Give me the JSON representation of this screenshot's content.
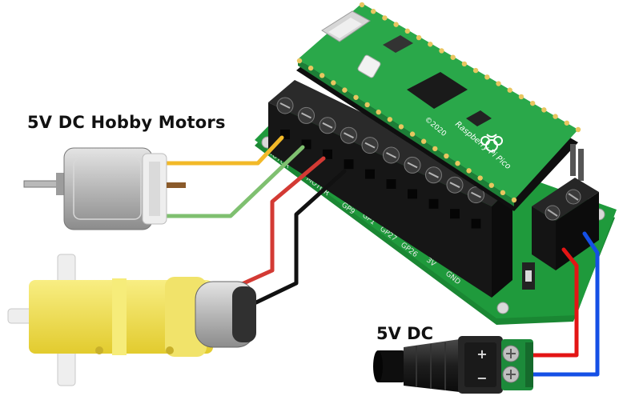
{
  "labels": {
    "hobby_motors": "5V DC Hobby Motors",
    "dc_input": "5V DC"
  },
  "silkscreen": {
    "pins": [
      "GP9",
      "GP1",
      "GP27",
      "GP26",
      "3V",
      "GND"
    ],
    "motor": [
      "MOTOR",
      "MOTOR"
    ],
    "pico": [
      "Raspberry Pi Pico",
      "©2020"
    ],
    "jack": [
      "+",
      "−"
    ]
  },
  "colors": {
    "board": "#1f9a3c",
    "pico": "#2aa84a",
    "terminal": "#161616",
    "wire_yellow": "#f2b928",
    "wire_green": "#7fc070",
    "wire_red": "#d33a34",
    "wire_black": "#111111",
    "wire_dc_red": "#e31515",
    "wire_dc_blue": "#1550e6",
    "motor_yellow": "#f4e55a"
  },
  "icons": [
    "raspberry-logo-icon",
    "dc-motor-icon",
    "gear-motor-icon",
    "dc-jack-icon"
  ]
}
